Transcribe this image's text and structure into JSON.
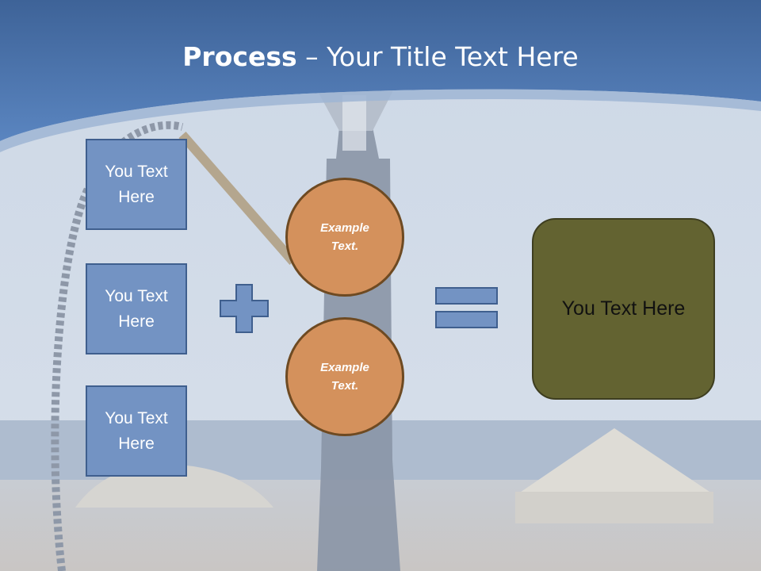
{
  "slide": {
    "title_bold": "Process",
    "title_rest": " – Your Title Text Here",
    "input_boxes": [
      {
        "label": "You Text Here"
      },
      {
        "label": "You Text Here"
      },
      {
        "label": "You Text Here"
      }
    ],
    "circles": [
      {
        "label": "Example Text."
      },
      {
        "label": "Example Text."
      }
    ],
    "result": {
      "label": "You Text Here"
    }
  },
  "colors": {
    "header_blue": "#5a80b8",
    "box_blue": "#7393c3",
    "circle_orange": "#d4915c",
    "result_olive": "#636331"
  }
}
